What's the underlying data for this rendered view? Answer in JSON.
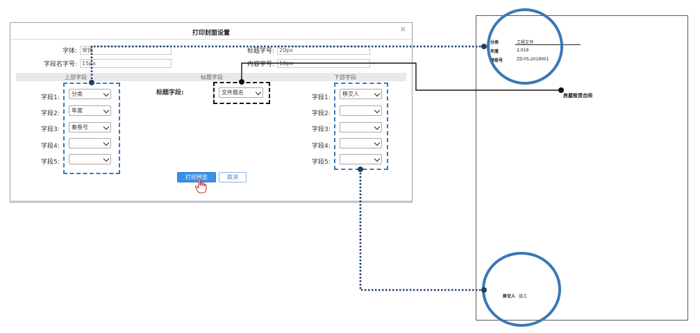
{
  "dialog": {
    "title": "打印封面设置",
    "close_icon": "close-icon",
    "font_label": "字体:",
    "font_value": "宋体",
    "field_font_size_label": "字段名字号:",
    "field_font_size_value": "15px",
    "title_font_size_label": "标题字号:",
    "title_font_size_value": "20px",
    "content_font_size_label": "内容字号:",
    "content_font_size_value": "18px",
    "sections": {
      "upper": "上部字段",
      "title": "标题字段",
      "lower": "下部字段"
    },
    "upper_fields": [
      {
        "label": "字段1:",
        "value": "分类"
      },
      {
        "label": "字段2:",
        "value": "年度"
      },
      {
        "label": "字段3:",
        "value": "案卷号"
      },
      {
        "label": "字段4:",
        "value": ""
      },
      {
        "label": "字段5:",
        "value": ""
      }
    ],
    "title_field": {
      "label": "标题字段:",
      "value": "文件题名"
    },
    "lower_fields": [
      {
        "label": "字段1:",
        "value": "移交人"
      },
      {
        "label": "字段2:",
        "value": ""
      },
      {
        "label": "字段3:",
        "value": ""
      },
      {
        "label": "字段4:",
        "value": ""
      },
      {
        "label": "字段5:",
        "value": ""
      }
    ],
    "print_preview_button": "打印预览",
    "cancel_button": "取消"
  },
  "preview": {
    "upper_rows": [
      {
        "label": "分类",
        "value": "工程文书"
      },
      {
        "label": "年度",
        "value": "2,019"
      },
      {
        "label": "案卷号",
        "value": "ZD-YS-2019001"
      }
    ],
    "title": "房屋租赁合同",
    "lower_rows": [
      {
        "label": "移交人",
        "value": "张三"
      }
    ]
  },
  "colors": {
    "accent_blue": "#3a78b5",
    "connector_dark": "#1f3f63",
    "primary_button": "#3b8fe5"
  }
}
